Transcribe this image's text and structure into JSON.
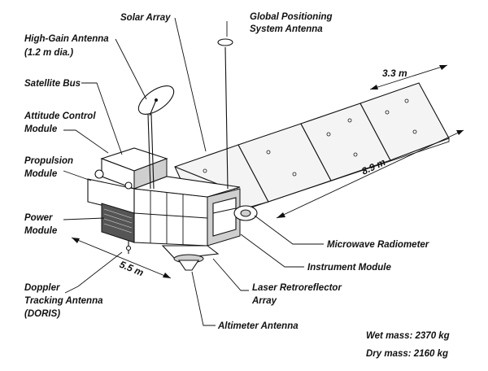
{
  "labels": {
    "solar_array": "Solar Array",
    "gps_line1": "Global Positioning",
    "gps_line2": "System Antenna",
    "hga_line1": "High-Gain Antenna",
    "hga_line2": "(1.2 m dia.)",
    "satellite_bus": "Satellite Bus",
    "acm_line1": "Attitude Control",
    "acm_line2": "Module",
    "prop_line1": "Propulsion",
    "prop_line2": "Module",
    "power_line1": "Power",
    "power_line2": "Module",
    "doris_line1": "Doppler",
    "doris_line2": "Tracking Antenna",
    "doris_line3": "(DORIS)",
    "microwave": "Microwave Radiometer",
    "instrument": "Instrument Module",
    "laser_line1": "Laser Retroreflector",
    "laser_line2": "Array",
    "altimeter": "Altimeter Antenna"
  },
  "dimensions": {
    "array_width": "3.3 m",
    "array_length": "8.9 m",
    "bus_length": "5.5 m"
  },
  "mass": {
    "wet": "Wet mass: 2370 kg",
    "dry": "Dry mass: 2160 kg"
  }
}
